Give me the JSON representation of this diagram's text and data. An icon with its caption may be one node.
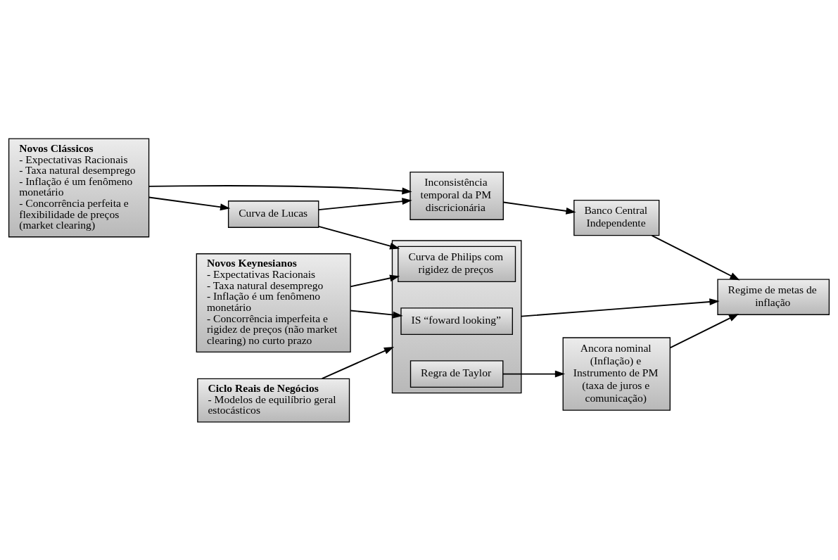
{
  "diagram": {
    "nodes": [
      {
        "text": [
          "Novos Clássicos",
          "- Expectativas Racionais",
          "- Taxa natural desemprego",
          "- Inflação é um fenômeno monetário",
          "- Concorrência perfeita e flexibilidade de preços (market clearing)"
        ]
      },
      {
        "text": [
          "Curva de Lucas"
        ]
      },
      {
        "text": [
          "Inconsistência temporal da PM discricionária"
        ]
      },
      {
        "text": [
          "Banco Central Independente"
        ]
      },
      {
        "text": [
          "Novos Keynesianos",
          "- Expectativas Racionais",
          "- Taxa natural desemprego",
          "- Inflação é um fenômeno monetário",
          "- Concorrência imperfeita e rigidez de preços (não market clearing) no curto prazo"
        ]
      },
      {
        "text": [],
        "shape": "box"
      },
      {
        "text": [
          "Curva de Philips com rigidez de preços"
        ],
        "in": 5
      },
      {
        "text": [
          "IS “foward looking”"
        ],
        "in": 5
      },
      {
        "text": [
          "Regra de Taylor"
        ],
        "in": 5
      },
      {
        "text": [
          "Regime de metas de inflação"
        ]
      },
      {
        "text": [
          "Ciclo Reais de Negócios",
          "- Modelos de equilíbrio geral estocásticos"
        ]
      },
      {
        "text": [
          "Ancora nominal (Inflação) e Instrumento de PM (taxa de juros e comunicação)"
        ]
      }
    ],
    "edges": [
      {
        "from": 0,
        "to": 2,
        "arrow": "to"
      },
      {
        "from": 1,
        "to": 2,
        "arrow": "to"
      },
      {
        "from": 0,
        "to": 1,
        "arrow": "to"
      },
      {
        "from": 1,
        "to": 6,
        "arrow": "to"
      },
      {
        "from": 4,
        "to": 6,
        "arrow": "to"
      },
      {
        "from": 4,
        "to": 7,
        "arrow": "to"
      },
      {
        "from": 10,
        "to": 5,
        "arrow": "to"
      },
      {
        "from": 5,
        "to": 9,
        "arrow": "to"
      },
      {
        "from": 8,
        "to": 11,
        "arrow": "to"
      },
      {
        "from": 2,
        "to": 3,
        "arrow": "to"
      },
      {
        "from": 3,
        "to": 9,
        "arrow": "to"
      },
      {
        "from": 11,
        "to": 9,
        "arrow": "to"
      }
    ]
  }
}
